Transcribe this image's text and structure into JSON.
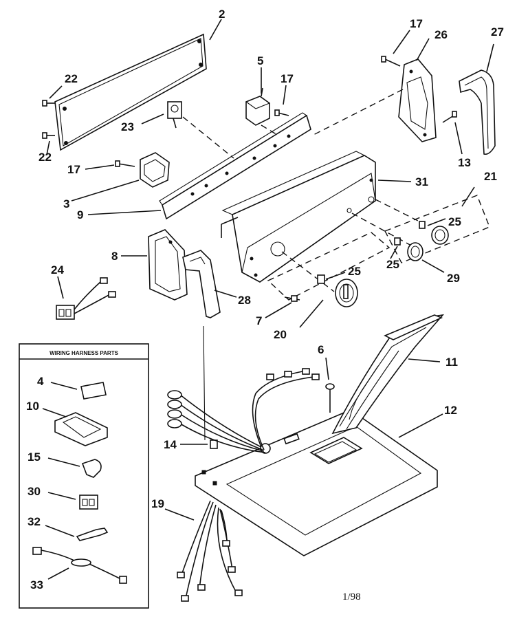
{
  "callouts": {
    "c2": "2",
    "c17a": "17",
    "c26": "26",
    "c27": "27",
    "c22a": "22",
    "c5": "5",
    "c17b": "17",
    "c23": "23",
    "c22b": "22",
    "c17c": "17",
    "c13": "13",
    "c21": "21",
    "c31": "31",
    "c3": "3",
    "c9": "9",
    "c25a": "25",
    "c8": "8",
    "c25b": "25",
    "c25c": "25",
    "c29": "29",
    "c24": "24",
    "c28": "28",
    "c7": "7",
    "c20": "20",
    "c6": "6",
    "c11": "11",
    "c12": "12",
    "c14": "14",
    "c19": "19"
  },
  "harness_box": {
    "title": "WIRING HARNESS PARTS",
    "items": [
      "4",
      "10",
      "15",
      "30",
      "32",
      "33"
    ]
  },
  "footer": {
    "page_code": "1/98"
  }
}
